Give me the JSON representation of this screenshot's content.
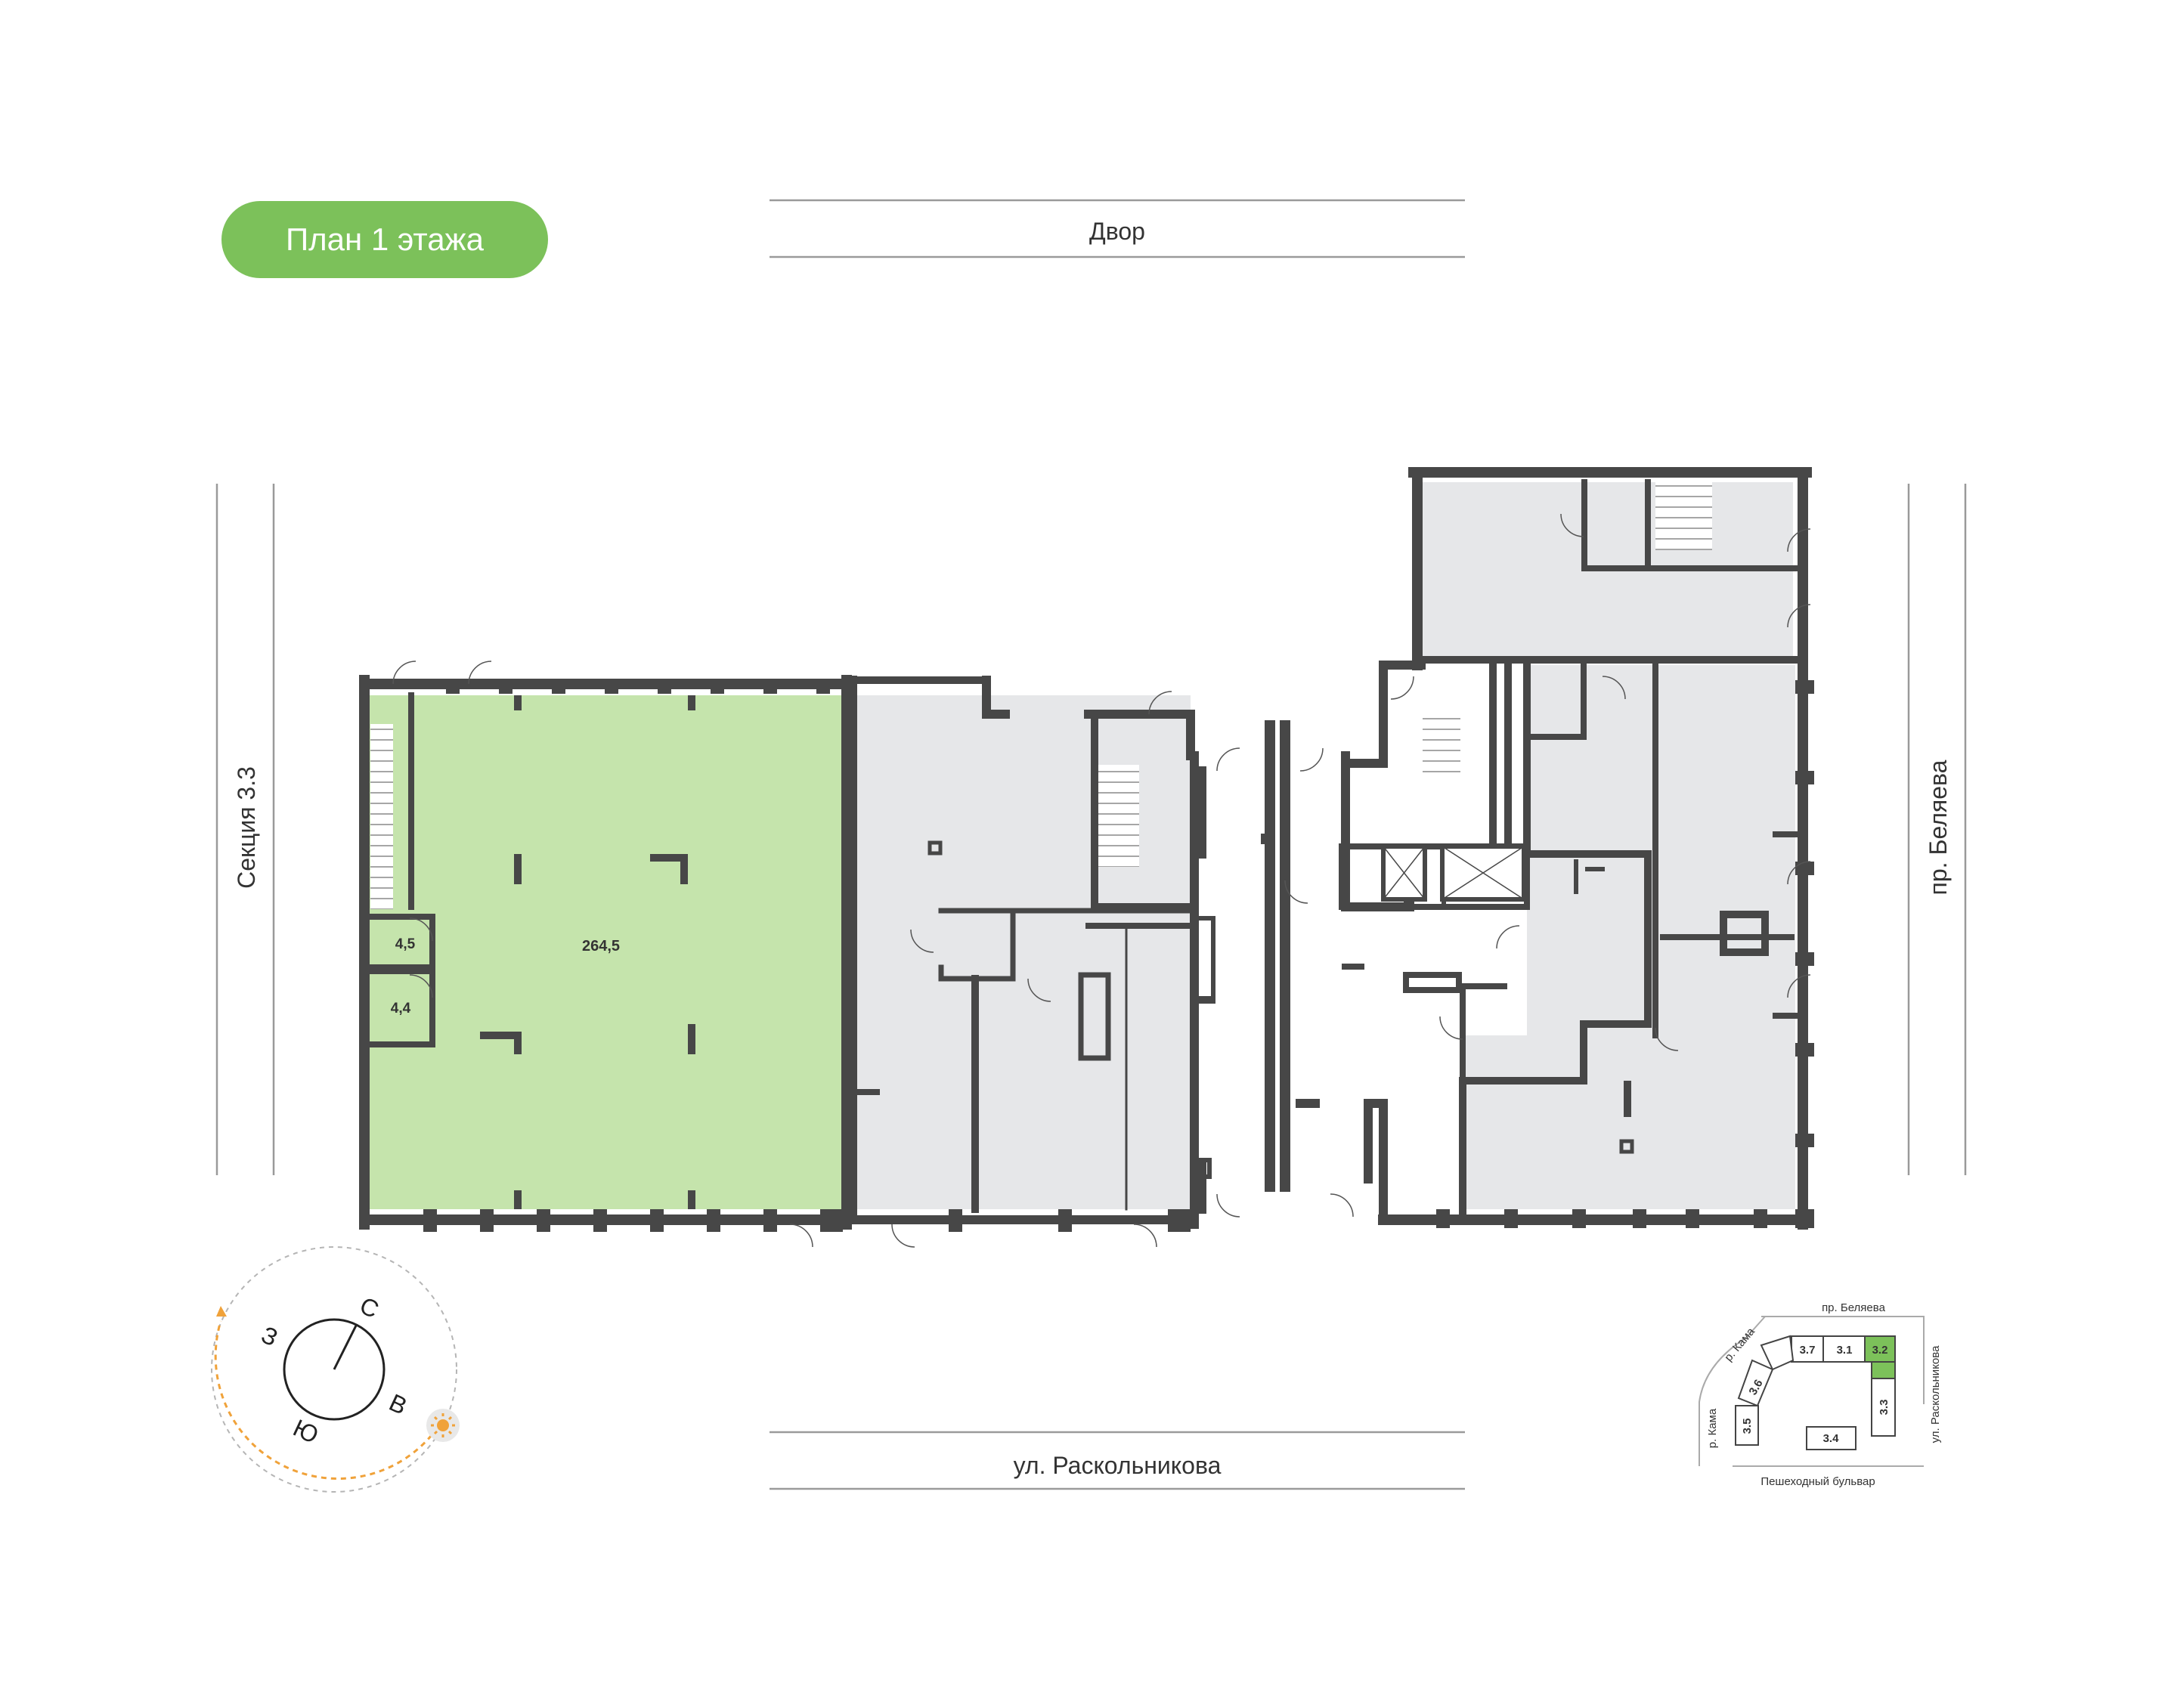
{
  "title": "План 1 этажа",
  "colors": {
    "accent": "#7cc15a",
    "selected_unit": "#c5e4ac",
    "unit_fill": "#e6e7e9",
    "wall": "#474747",
    "line": "#9a9a9a",
    "sun": "#f0a23a"
  },
  "streets": {
    "top": "Двор",
    "bottom": "ул. Раскольникова",
    "left": "Секция 3.3",
    "right": "пр. Беляева"
  },
  "units": [
    {
      "area": "264,5",
      "selected": true
    },
    {
      "area": "4,5",
      "selected": true
    },
    {
      "area": "4,4",
      "selected": true
    }
  ],
  "compass": {
    "north": "С",
    "east": "В",
    "south": "Ю",
    "west": "З",
    "sun_icon": "sun-icon"
  },
  "keyplan": {
    "streets": {
      "top": "пр. Беляева",
      "right": "ул. Раскольникова",
      "bottom": "Пешеходный бульвар",
      "left_upper": "р. Кама",
      "left_lower": "р. Кама"
    },
    "sections": [
      "3.7",
      "3.1",
      "3.2",
      "3.6",
      "3.5",
      "3.4",
      "3.3"
    ],
    "selected": "3.2"
  }
}
